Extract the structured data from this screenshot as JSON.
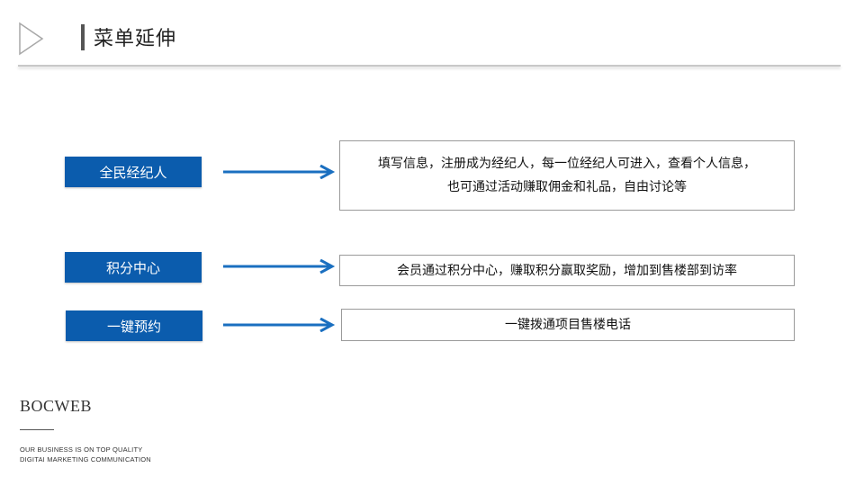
{
  "header": {
    "title": "菜单延伸"
  },
  "rows": [
    {
      "tag": "全民经纪人",
      "desc_lines": [
        "填写信息，注册成为经纪人，每一位经纪人可进入，查看个人信息，",
        "也可通过活动赚取佣金和礼品，自由讨论等"
      ]
    },
    {
      "tag": "积分中心",
      "desc_lines": [
        "会员通过积分中心，赚取积分赢取奖励，增加到售楼部到访率"
      ]
    },
    {
      "tag": "一键预约",
      "desc_lines": [
        "一键拨通项目售楼电话"
      ]
    }
  ],
  "footer": {
    "brand": "BOCWEB",
    "slogan_line1": "OUR BUSINESS IS ON TOP QUALITY",
    "slogan_line2": "DIGITAI MARKETING COMMUNICATION"
  },
  "colors": {
    "accent": "#0b5cad",
    "arrow": "#1a6fc0"
  },
  "icons": {
    "logo": "triangle-outline-icon"
  }
}
